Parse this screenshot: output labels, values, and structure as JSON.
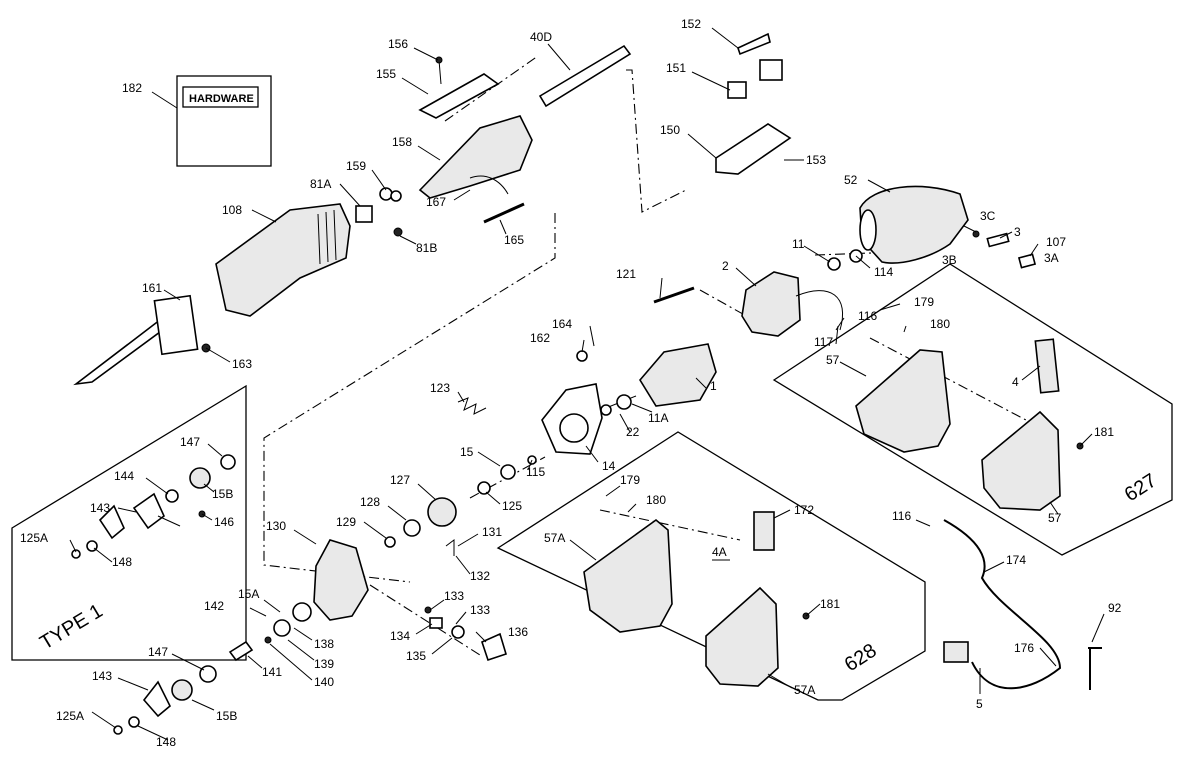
{
  "hardware_label": "HARDWARE",
  "type_label": "TYPE 1",
  "kit_627": "627",
  "kit_628": "628",
  "callouts": [
    "182",
    "156",
    "155",
    "40D",
    "152",
    "151",
    "150",
    "153",
    "158",
    "159",
    "81A",
    "167",
    "165",
    "81B",
    "108",
    "161",
    "163",
    "52",
    "11",
    "114",
    "3C",
    "3",
    "107",
    "3A",
    "3B",
    "121",
    "2",
    "116",
    "117",
    "179",
    "180",
    "57",
    "4",
    "181",
    "164",
    "162",
    "1",
    "22",
    "11A",
    "123",
    "14",
    "15",
    "115",
    "125",
    "147",
    "144",
    "15B",
    "146",
    "143",
    "125A",
    "148",
    "127",
    "128",
    "129",
    "130",
    "131",
    "132",
    "179",
    "180",
    "172",
    "57A",
    "4A",
    "181",
    "57A",
    "142",
    "15A",
    "133",
    "133",
    "134",
    "136",
    "135",
    "138",
    "139",
    "140",
    "141",
    "147",
    "143",
    "15B",
    "125A",
    "148",
    "116",
    "174",
    "92",
    "176",
    "5",
    "57"
  ]
}
